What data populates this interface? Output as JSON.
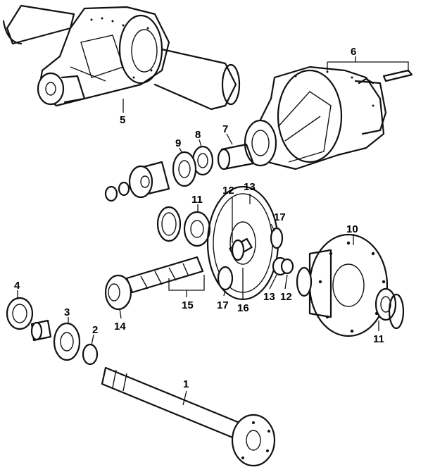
{
  "callouts": [
    {
      "id": "1",
      "label": "1"
    },
    {
      "id": "2",
      "label": "2"
    },
    {
      "id": "3",
      "label": "3"
    },
    {
      "id": "4",
      "label": "4"
    },
    {
      "id": "5",
      "label": "5"
    },
    {
      "id": "6",
      "label": "6"
    },
    {
      "id": "7",
      "label": "7"
    },
    {
      "id": "8",
      "label": "8"
    },
    {
      "id": "9",
      "label": "9"
    },
    {
      "id": "10",
      "label": "10"
    },
    {
      "id": "11a",
      "label": "11"
    },
    {
      "id": "11b",
      "label": "11"
    },
    {
      "id": "12a",
      "label": "12"
    },
    {
      "id": "12b",
      "label": "12"
    },
    {
      "id": "13a",
      "label": "13"
    },
    {
      "id": "13b",
      "label": "13"
    },
    {
      "id": "14",
      "label": "14"
    },
    {
      "id": "15",
      "label": "15"
    },
    {
      "id": "16",
      "label": "16"
    },
    {
      "id": "17a",
      "label": "17"
    },
    {
      "id": "17b",
      "label": "17"
    }
  ],
  "colors": {
    "line": "#111111",
    "background": "#ffffff"
  }
}
